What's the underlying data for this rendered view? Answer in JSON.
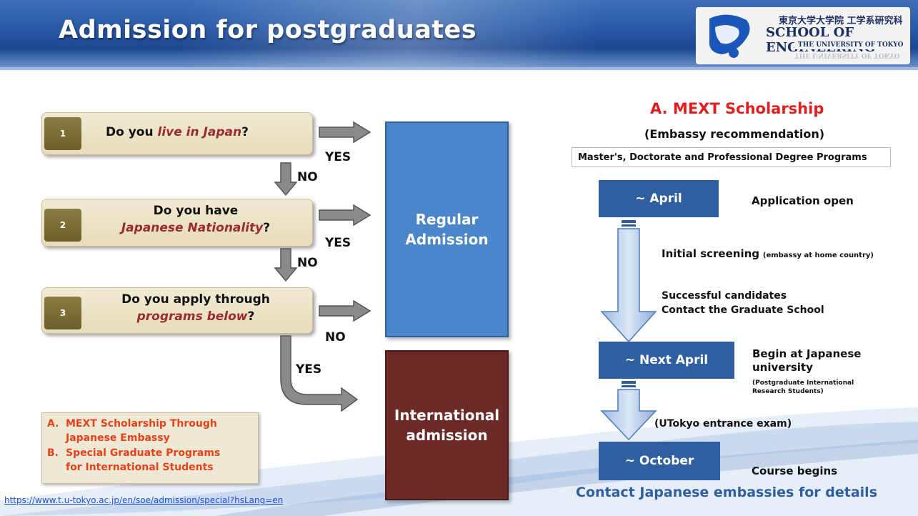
{
  "header": {
    "title": "Admission for postgraduates"
  },
  "logo": {
    "kanji": "東京大学大学院 工学系研究科",
    "school": "SCHOOL OF ENGINEERING",
    "university": "THE UNIVERSITY OF TOKYO"
  },
  "questions": [
    {
      "number": "1",
      "line1_pre": "Do you ",
      "line1_em": "live in Japan",
      "line1_post": "?",
      "line2_em": "",
      "line2_post": ""
    },
    {
      "number": "2",
      "line1_pre": "Do you have",
      "line1_em": "",
      "line1_post": "",
      "line2_em": "Japanese Nationality",
      "line2_post": "?"
    },
    {
      "number": "3",
      "line1_pre": "Do you apply through",
      "line1_em": "",
      "line1_post": "",
      "line2_em": "programs below",
      "line2_post": "?"
    }
  ],
  "labels": {
    "yes": "YES",
    "no": "NO"
  },
  "boxes": {
    "regular_line1": "Regular",
    "regular_line2": "Admission",
    "intl_line1": "International",
    "intl_line2": "admission"
  },
  "programs": [
    {
      "letter": "A.",
      "line1": "MEXT Scholarship Through",
      "line2": "Japanese Embassy"
    },
    {
      "letter": "B.",
      "line1": "Special Graduate Programs",
      "line2": "for International Students"
    }
  ],
  "link": "https://www.t.u-tokyo.ac.jp/en/soe/admission/special?hsLang=en",
  "mext": {
    "title": "A. MEXT Scholarship",
    "subtitle": "(Embassy recommendation)",
    "programs": "Master's, Doctorate and Professional Degree Programs",
    "step1": "~ April",
    "step1_note": "Application open",
    "screening": "Initial screening",
    "screening_note": "(embassy at home country)",
    "success1": "Successful candidates",
    "success2": "Contact the Graduate School",
    "step2": "~ Next April",
    "step2_note1": "Begin at Japanese",
    "step2_note2": "university",
    "step2_small1": "(Postgraduate International",
    "step2_small2": "Research Students)",
    "exam": "(UTokyo entrance exam)",
    "step3": "~ October",
    "step3_note": "Course begins",
    "footer": "Contact Japanese embassies for details"
  },
  "colors": {
    "header": "#2a5aa8",
    "regular": "#4a86c9",
    "international": "#6b2a26",
    "step": "#2f5fa0",
    "mext_title": "#e02020",
    "programs_text": "#e8421a"
  }
}
